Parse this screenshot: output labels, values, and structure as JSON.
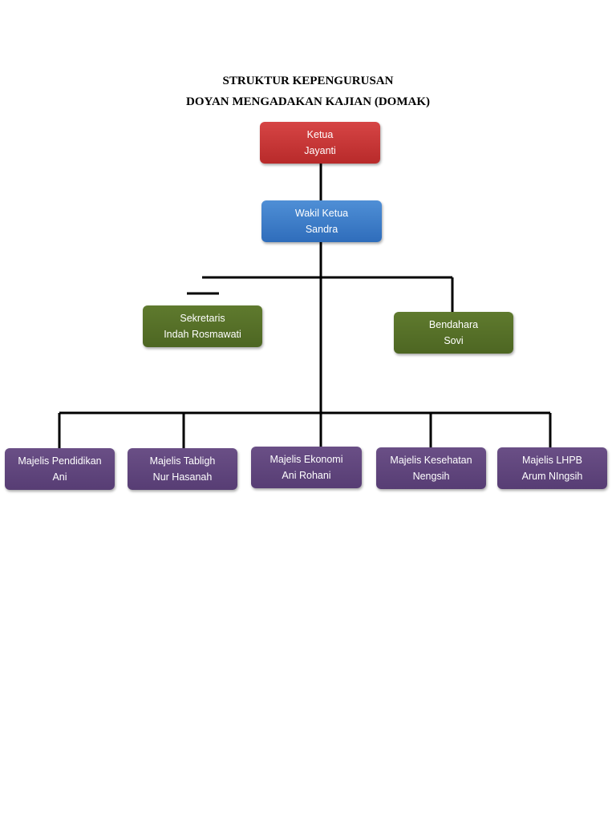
{
  "title": {
    "line1": "STRUKTUR KEPENGURUSAN",
    "line2": "DOYAN MENGADAKAN KAJIAN (DOMAK)"
  },
  "colors": {
    "ketua": "#c73535",
    "wakil": "#3d7cc9",
    "staff": "#566e28",
    "majelis": "#604580",
    "line": "#000000"
  },
  "nodes": {
    "ketua": {
      "role": "Ketua",
      "name": "Jayanti"
    },
    "wakil": {
      "role": "Wakil Ketua",
      "name": "Sandra"
    },
    "sekretaris": {
      "role": "Sekretaris",
      "name": "Indah Rosmawati"
    },
    "bendahara": {
      "role": "Bendahara",
      "name": "Sovi"
    },
    "majelis": [
      {
        "role": "Majelis Pendidikan",
        "name": "Ani"
      },
      {
        "role": "Majelis Tabligh",
        "name": "Nur Hasanah"
      },
      {
        "role": "Majelis Ekonomi",
        "name": "Ani Rohani"
      },
      {
        "role": "Majelis Kesehatan",
        "name": "Nengsih"
      },
      {
        "role": "Majelis LHPB",
        "name": "Arum NIngsih"
      }
    ]
  }
}
